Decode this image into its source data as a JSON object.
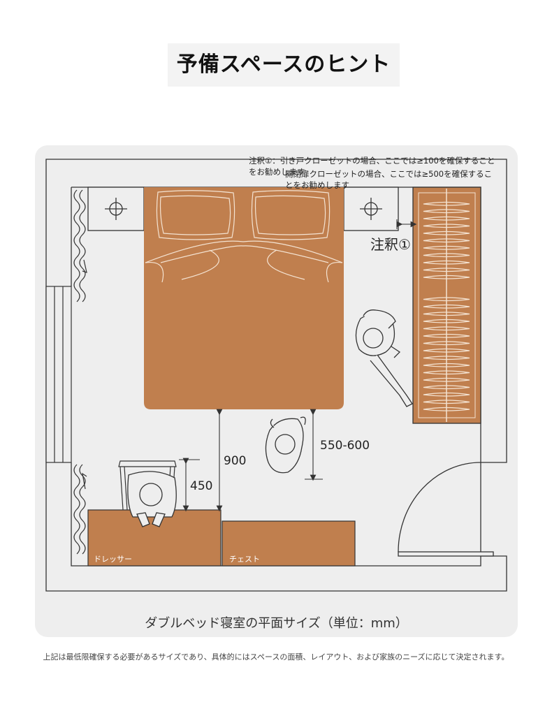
{
  "title": "予備スペースのヒント",
  "notes": {
    "note1": "注釈①：引き戸クローゼットの場合、ここでは≥100を確保することをお勧めします",
    "note2": "開閉扉クローゼットの場合、ここでは≥500を確保することをお勧めします",
    "marker": "注釈①"
  },
  "dimensions": {
    "bed_to_dresser": "900",
    "bed_to_person": "550-600",
    "chair_clearance": "450"
  },
  "furniture": {
    "dresser": "ドレッサー",
    "chest": "チェスト"
  },
  "caption": "ダブルベッド寝室の平面サイズ（単位：mm）",
  "footnote": "上記は最低限確保する必要があるサイズであり、具体的にはスペースの面積、レイアウト、および家族のニーズに応じて決定されます。",
  "colors": {
    "furniture": "#c07f4e",
    "furniture_dark": "#a8693b",
    "line": "#333333",
    "card": "#eeeeee"
  }
}
